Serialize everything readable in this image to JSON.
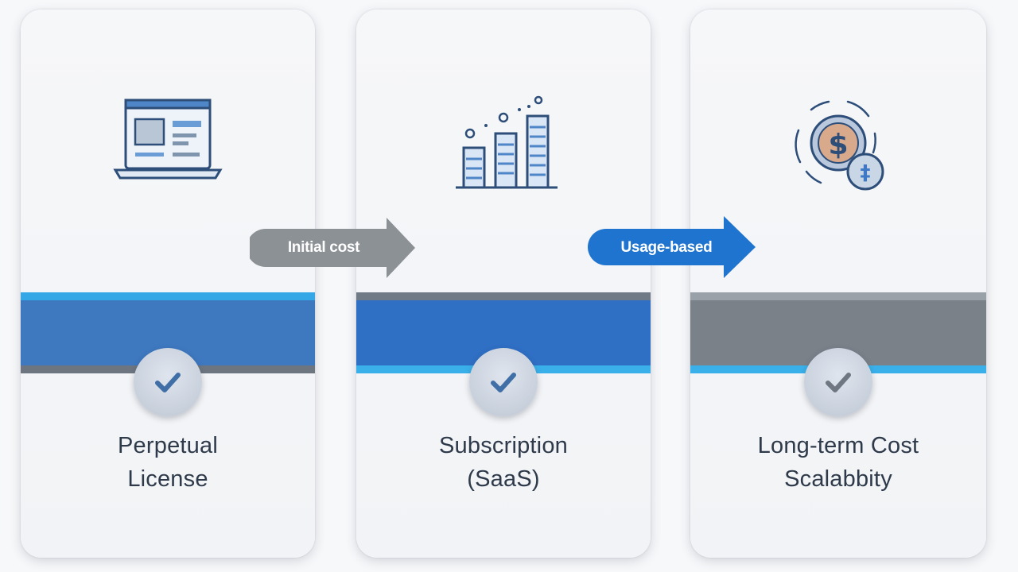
{
  "cards": [
    {
      "title_line1": "Perpetual",
      "title_line2": "License",
      "icon": "laptop-icon",
      "band_color": "#3e78bf",
      "strip_top": "#35a6e6",
      "strip_bottom": "#6d7680"
    },
    {
      "title_line1": "Subscription",
      "title_line2": "(SaaS)",
      "icon": "bar-chart-icon",
      "band_color": "#2f6fc4",
      "strip_top": "#6f7a86",
      "strip_bottom": "#3ab0ea"
    },
    {
      "title_line1": "Long-term Cost",
      "title_line2": "Scalabbity",
      "icon": "dollar-coin-icon",
      "band_color": "#7a8189",
      "strip_top": "#9aa1a9",
      "strip_bottom": "#3ab0ea"
    }
  ],
  "arrows": [
    {
      "label": "Initial cost",
      "color": "#8c9196",
      "text_color": "#ffffff"
    },
    {
      "label": "Usage-based",
      "color": "#1f74cf",
      "text_color": "#ffffff"
    }
  ]
}
